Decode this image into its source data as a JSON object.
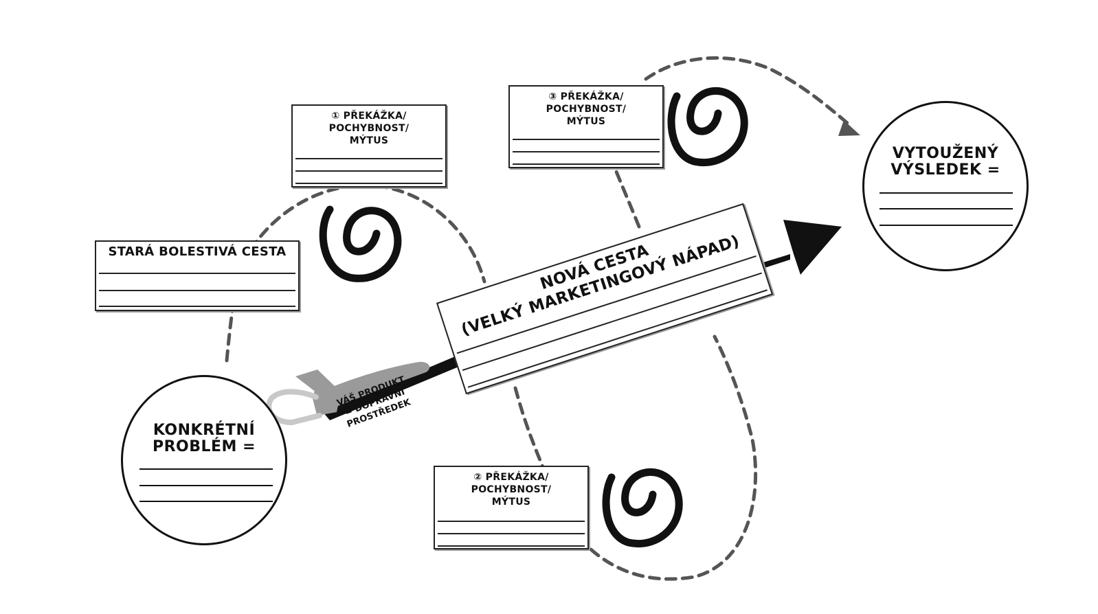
{
  "old_path": {
    "title": "STARÁ BOLESTIVÁ CESTA"
  },
  "obstacle_1": {
    "line1": "① PŘEKÁŽKA/",
    "line2": "POCHYBNOST/",
    "line3": "MÝTUS"
  },
  "obstacle_2": {
    "line1": "② PŘEKÁŽKA/",
    "line2": "POCHYBNOST/",
    "line3": "MÝTUS"
  },
  "obstacle_3": {
    "line1": "③ PŘEKÁŽKA/",
    "line2": "POCHYBNOST/",
    "line3": "MÝTUS"
  },
  "problem": {
    "line1": "KONKRÉTNÍ",
    "line2": "PROBLÉM ="
  },
  "result": {
    "line1": "VYTOUŽENÝ",
    "line2": "VÝSLEDEK ="
  },
  "new_path": {
    "line1": "NOVÁ CESTA",
    "line2": "(VELKÝ MARKETINGOVÝ NÁPAD)"
  },
  "product": {
    "line1": "VÁŠ PRODUKT",
    "line2": "= DOPRAVNÍ",
    "line3": "PROSTŘEDEK"
  },
  "colors": {
    "ink": "#111111",
    "rocket": "#9a9a9a",
    "dash": "#555555"
  },
  "icons": [
    "spiral-icon",
    "rocket-icon",
    "arrowhead-icon"
  ]
}
